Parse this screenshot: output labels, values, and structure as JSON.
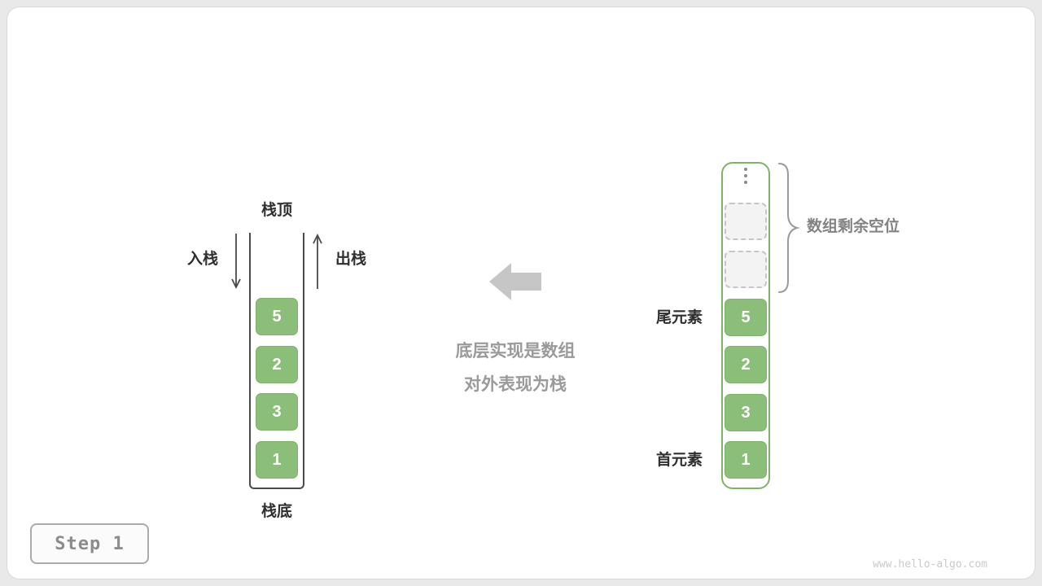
{
  "page": {
    "step_label": "Step 1",
    "watermark": "www.hello-algo.com"
  },
  "stack": {
    "top_label": "栈顶",
    "bottom_label": "栈底",
    "push_label": "入栈",
    "pop_label": "出栈",
    "values": [
      "5",
      "2",
      "3",
      "1"
    ]
  },
  "middle": {
    "caption_line1": "底层实现是数组",
    "caption_line2": "对外表现为栈"
  },
  "array": {
    "tail_label": "尾元素",
    "head_label": "首元素",
    "remaining_label": "数组剩余空位",
    "empty_slots": 2,
    "values": [
      "5",
      "2",
      "3",
      "1"
    ]
  },
  "colors": {
    "green": "#8bbe78",
    "green_border": "#7eb369",
    "arrow_gray": "#c6c6c6",
    "label_dark": "#2f2f2f",
    "caption_gray": "#9a9a9a"
  }
}
